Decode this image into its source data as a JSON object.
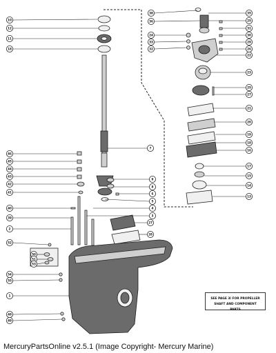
{
  "note": {
    "line1": "SEE PAGE 3l FOR PROPELLER",
    "line2": "SHAFT AND COMPONENT PARTS"
  },
  "footer": {
    "text": "MercuryPartsOnline v2.5.1 (Image Copyright- Mercury Marine)"
  },
  "callouts_left": [
    "10",
    "12",
    "11",
    "18",
    "46",
    "45",
    "44",
    "43",
    "42",
    "41",
    "40",
    "39",
    "2",
    "52",
    "50",
    "51",
    "53",
    "54",
    "55",
    "1",
    "48",
    "49"
  ],
  "callouts_center": [
    "7",
    "9",
    "8",
    "6",
    "5",
    "4",
    "3",
    "27",
    "28"
  ],
  "callouts_top_center": [
    "38",
    "36",
    "24",
    "33",
    "32"
  ],
  "callouts_right": [
    "35",
    "25",
    "31",
    "30",
    "29",
    "26",
    "22",
    "23",
    "25",
    "27",
    "21",
    "20",
    "19",
    "18",
    "16",
    "17",
    "15",
    "14",
    "13"
  ]
}
